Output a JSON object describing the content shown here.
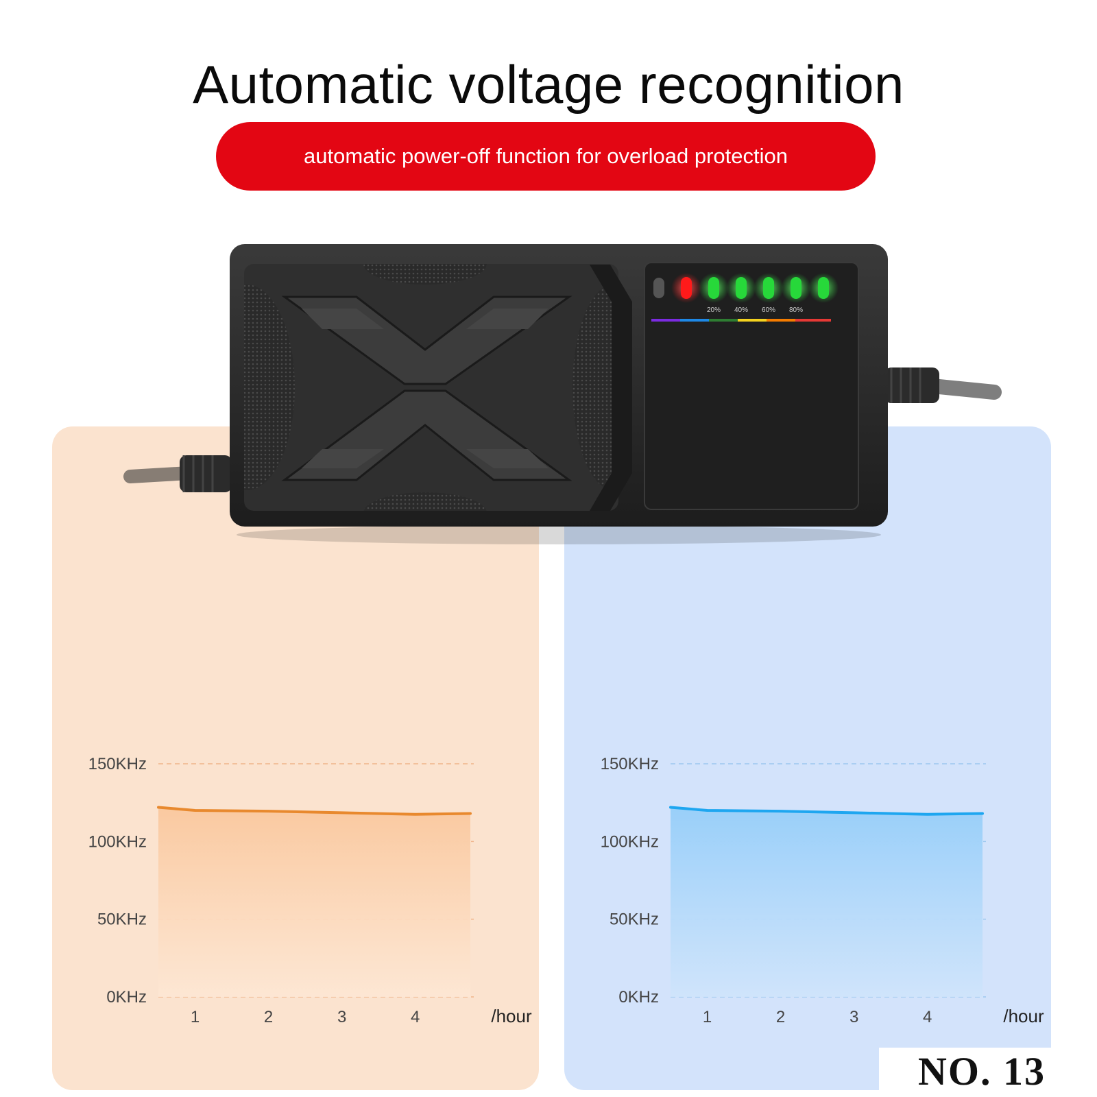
{
  "title": "Automatic voltage recognition",
  "banner": "automatic power-off function for overload protection",
  "colors": {
    "banner": "#e30613",
    "left_panel": "#fbe3cf",
    "right_panel": "#d3e3fb",
    "left_line": "#e8892e",
    "right_line": "#1ea6f0",
    "led_green": "#27d83a",
    "led_red": "#ff1a1a"
  },
  "charger": {
    "led_labels": [
      "20%",
      "40%",
      "60%",
      "80%"
    ]
  },
  "stamp": "NO. 13",
  "chart_data": [
    {
      "type": "area",
      "x": [
        0.5,
        1,
        2,
        3,
        4,
        4.75
      ],
      "y": [
        122,
        120,
        119.5,
        118.5,
        117.5,
        118
      ],
      "categories": [
        "1",
        "2",
        "3",
        "4"
      ],
      "y_ticks": [
        "150KHz",
        "100KHz",
        "50KHz",
        "0KHz"
      ],
      "y_tick_values": [
        150,
        100,
        50,
        0
      ],
      "xlabel": "/hour",
      "ylim": [
        0,
        150
      ],
      "grid": true,
      "line_color": "#e8892e"
    },
    {
      "type": "area",
      "x": [
        0.5,
        1,
        2,
        3,
        4,
        4.75
      ],
      "y": [
        122,
        120,
        119.5,
        118.5,
        117.5,
        118
      ],
      "categories": [
        "1",
        "2",
        "3",
        "4"
      ],
      "y_ticks": [
        "150KHz",
        "100KHz",
        "50KHz",
        "0KHz"
      ],
      "y_tick_values": [
        150,
        100,
        50,
        0
      ],
      "xlabel": "/hour",
      "ylim": [
        0,
        150
      ],
      "grid": true,
      "line_color": "#1ea6f0"
    }
  ]
}
